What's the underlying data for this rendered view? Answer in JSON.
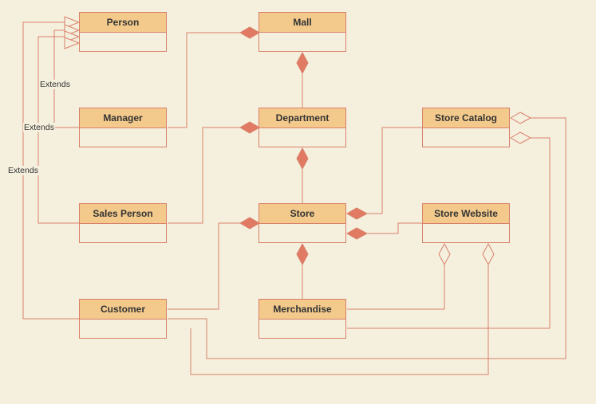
{
  "diagram": {
    "classes": {
      "person": "Person",
      "mall": "Mall",
      "manager": "Manager",
      "department": "Department",
      "store_catalog": "Store Catalog",
      "sales_person": "Sales Person",
      "store": "Store",
      "store_website": "Store Website",
      "customer": "Customer",
      "merchandise": "Merchandise"
    },
    "labels": {
      "extends_manager": "Extends",
      "extends_sales": "Extends",
      "extends_customer": "Extends"
    }
  },
  "colors": {
    "background": "#f5f0de",
    "header_fill": "#f3ca8c",
    "border": "#d9806a",
    "filled_diamond": "#e07a63"
  }
}
